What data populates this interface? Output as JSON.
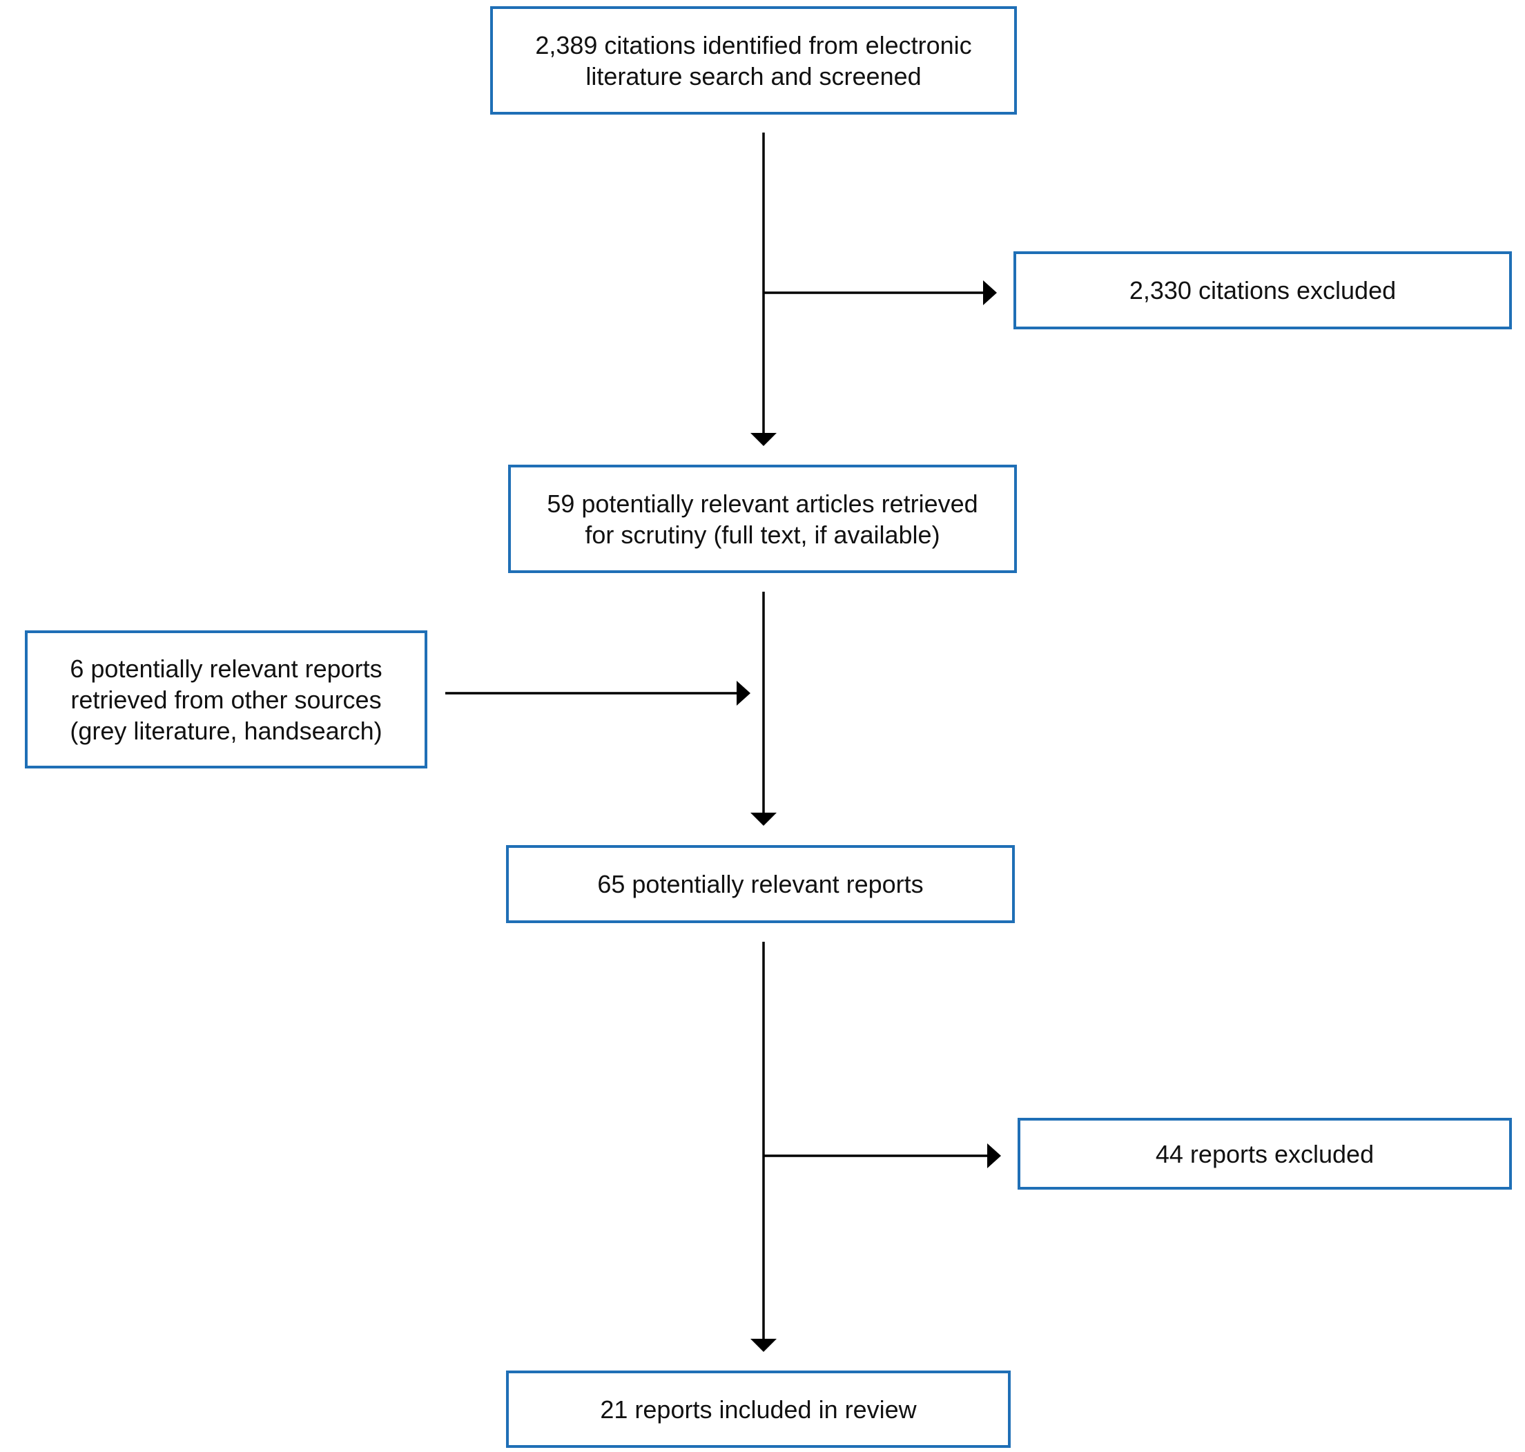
{
  "boxes": {
    "identified": {
      "line1": "2,389 citations identified from electronic",
      "line2": "literature search and screened"
    },
    "excluded_citations": {
      "text": "2,330 citations excluded"
    },
    "retrieved": {
      "line1": "59 potentially relevant articles retrieved",
      "line2": "for scrutiny (full text, if available)"
    },
    "other_sources": {
      "line1": "6 potentially relevant reports",
      "line2": "retrieved from other sources",
      "line3": "(grey literature, handsearch)"
    },
    "relevant_reports": {
      "text": "65 potentially relevant reports"
    },
    "excluded_reports": {
      "text": "44 reports excluded"
    },
    "included": {
      "text": "21 reports included in review"
    }
  },
  "colors": {
    "box_border": "#1f6fb6",
    "arrow": "#000000",
    "text": "#111111"
  }
}
